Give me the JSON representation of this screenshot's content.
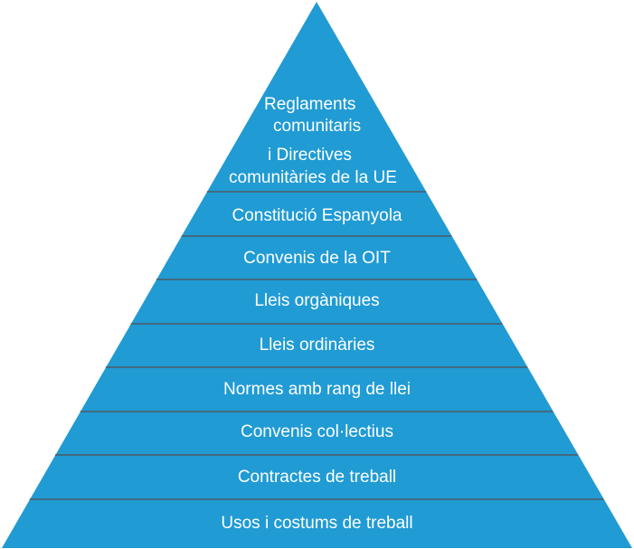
{
  "colors": {
    "fill": "#209bd4",
    "divider": "#4f5b64",
    "text": "#ffffff"
  },
  "apex_lines": [
    "Reglaments",
    "comunitaris",
    "i Directives",
    "comunitàries de la UE"
  ],
  "levels": [
    "Constitució Espanyola",
    "Convenis de la OIT",
    "Lleis orgàniques",
    "Lleis ordinàries",
    "Normes amb rang de llei",
    "Convenis col·lectius",
    "Contractes de treball",
    "Usos i costums de treball"
  ]
}
